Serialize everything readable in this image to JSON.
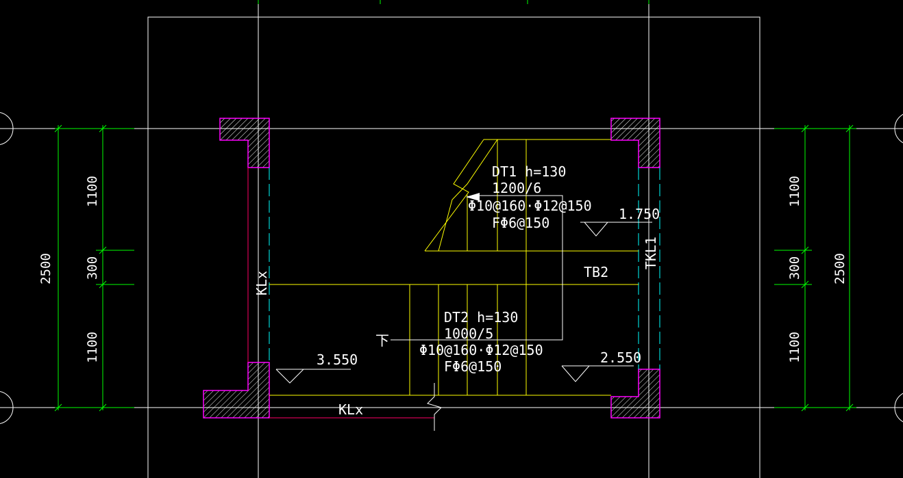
{
  "colors": {
    "background": "#000000",
    "grid": "#ffffff",
    "dimension": "#00ff00",
    "stair": "#ffff00",
    "column": "#ff00ff",
    "axis_dash": "#00ffff",
    "beam_edge": "#ff0066",
    "text": "#ffffff"
  },
  "labels": {
    "dt1_title": "DT1 h=130",
    "dt1_steps": "1200/6",
    "dt1_bars": "Φ10@160·Φ12@150",
    "dt1_dist": "FΦ6@150",
    "dt2_title": "DT2 h=130",
    "dt2_steps": "1000/5",
    "dt2_bars": "Φ10@160·Φ12@150",
    "dt2_dist": "FΦ6@150",
    "tb2": "TB2",
    "tkl1": "TKL1",
    "kl_left": "KLx",
    "kl_bottom": "KLx",
    "down_arrow_label": "下"
  },
  "elevations": {
    "upper_right": "1.750",
    "lower_left": "3.550",
    "lower_right": "2.550"
  },
  "dimensions": {
    "left": {
      "top": "1100",
      "middle": "300",
      "bottom": "1100",
      "total": "2500"
    },
    "right": {
      "top": "1100",
      "middle": "300",
      "bottom": "1100",
      "total": "2500"
    }
  }
}
